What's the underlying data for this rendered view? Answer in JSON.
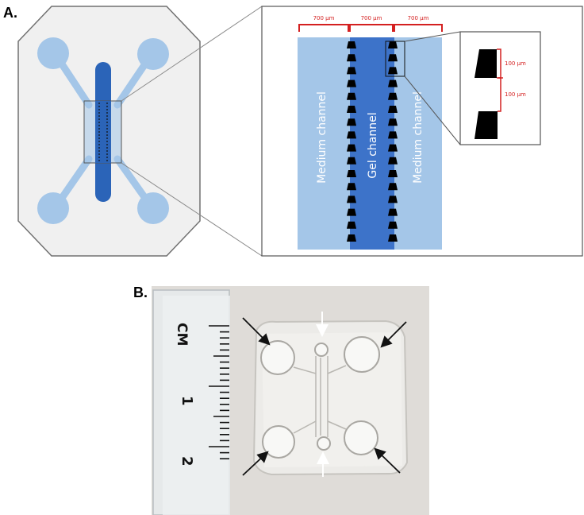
{
  "panels": {
    "a_label": "A.",
    "b_label": "B."
  },
  "dimensions": {
    "width_labels": [
      "700 µm",
      "700 µm",
      "700 µm"
    ],
    "post_labels": [
      "100 µm",
      "100 µm"
    ]
  },
  "channels": {
    "left": "Medium channel",
    "center": "Gel channel",
    "right": "Medium channel"
  },
  "photo": {
    "ruler_unit": "CM",
    "ruler_numbers": [
      "1",
      "2"
    ]
  },
  "colors": {
    "chip_body": "#f0f0f0",
    "medium_channel": "#a4c6e8",
    "gel_channel": "#3d73c9",
    "gel_channel_dark": "#2b64b8",
    "dimension_red": "#d42020",
    "posts": "#000000"
  }
}
